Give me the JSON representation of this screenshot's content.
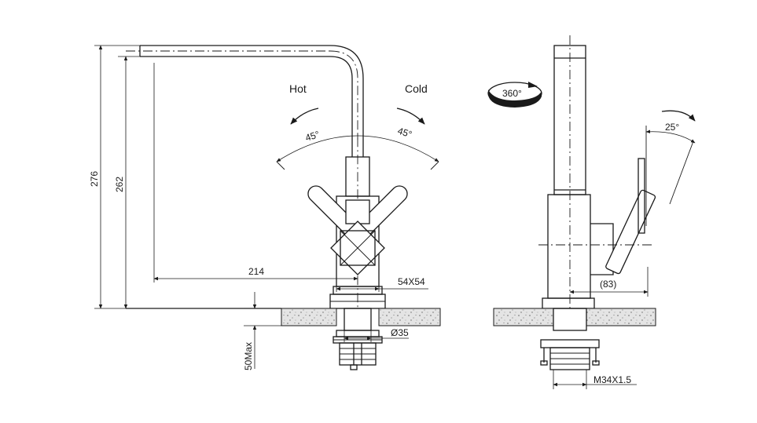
{
  "labels": {
    "hot": "Hot",
    "cold": "Cold",
    "angle_left": "45°",
    "angle_right": "45°",
    "angle_side": "25°",
    "rotation": "360°"
  },
  "dimensions": {
    "total_height": "276",
    "spout_height": "262",
    "reach": "214",
    "base_size": "54X54",
    "hole_diameter": "Ø35",
    "counter_thickness": "50Max",
    "side_offset": "(83)",
    "thread": "M34X1.5"
  }
}
